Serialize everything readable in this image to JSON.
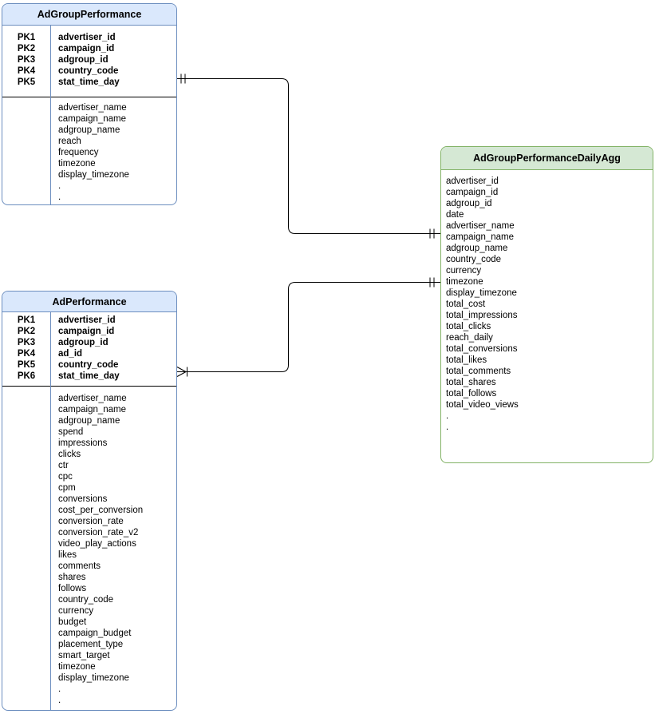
{
  "diagram": {
    "type": "entity-relationship",
    "entities": [
      {
        "name": "AdGroupPerformance",
        "theme": "blue",
        "primary_keys": [
          {
            "key": "PK1",
            "field": "advertiser_id"
          },
          {
            "key": "PK2",
            "field": "campaign_id"
          },
          {
            "key": "PK3",
            "field": "adgroup_id"
          },
          {
            "key": "PK4",
            "field": "country_code"
          },
          {
            "key": "PK5",
            "field": "stat_time_day"
          }
        ],
        "fields": [
          "advertiser_name",
          "campaign_name",
          "adgroup_name",
          "reach",
          "frequency",
          "timezone",
          "display_timezone",
          ".",
          "."
        ]
      },
      {
        "name": "AdPerformance",
        "theme": "blue",
        "primary_keys": [
          {
            "key": "PK1",
            "field": "advertiser_id"
          },
          {
            "key": "PK2",
            "field": "campaign_id"
          },
          {
            "key": "PK3",
            "field": "adgroup_id"
          },
          {
            "key": "PK4",
            "field": "ad_id"
          },
          {
            "key": "PK5",
            "field": "country_code"
          },
          {
            "key": "PK6",
            "field": "stat_time_day"
          }
        ],
        "fields": [
          "advertiser_name",
          "campaign_name",
          "adgroup_name",
          "spend",
          "impressions",
          "clicks",
          "ctr",
          "cpc",
          "cpm",
          "conversions",
          "cost_per_conversion",
          "conversion_rate",
          "conversion_rate_v2",
          "video_play_actions",
          "likes",
          "comments",
          "shares",
          "follows",
          "country_code",
          "currency",
          "budget",
          "campaign_budget",
          "placement_type",
          "smart_target",
          "timezone",
          "display_timezone",
          ".",
          "."
        ]
      },
      {
        "name": "AdGroupPerformanceDailyAgg",
        "theme": "green",
        "primary_keys": [],
        "fields": [
          "advertiser_id",
          "campaign_id",
          "adgroup_id",
          "date",
          "advertiser_name",
          "campaign_name",
          "adgroup_name",
          "country_code",
          "currency",
          "timezone",
          "display_timezone",
          "total_cost",
          "total_impressions",
          "total_clicks",
          "reach_daily",
          "total_conversions",
          "total_likes",
          "total_comments",
          "total_shares",
          "total_follows",
          "total_video_views",
          ".",
          "."
        ]
      }
    ],
    "relationships": [
      {
        "from": "AdGroupPerformance",
        "to": "AdGroupPerformanceDailyAgg",
        "from_cardinality": "exactly-one",
        "to_cardinality": "exactly-one"
      },
      {
        "from": "AdPerformance",
        "to": "AdGroupPerformanceDailyAgg",
        "from_cardinality": "one-or-many",
        "to_cardinality": "exactly-one"
      }
    ],
    "colors": {
      "blue_fill": "#dae8fc",
      "blue_stroke": "#6c8ebf",
      "green_fill": "#d5e8d4",
      "green_stroke": "#82b366",
      "line": "#000000",
      "text": "#000000"
    }
  }
}
